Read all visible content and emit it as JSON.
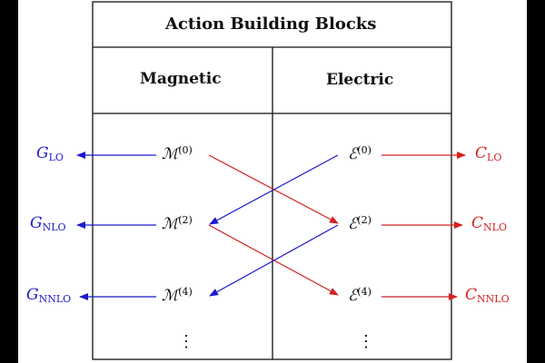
{
  "table": {
    "title": "Action Building Blocks",
    "col_magnetic": "Magnetic",
    "col_electric": "Electric"
  },
  "magnetic": [
    {
      "symbol": "ℳ",
      "order": "(0)"
    },
    {
      "symbol": "ℳ",
      "order": "(2)"
    },
    {
      "symbol": "ℳ",
      "order": "(4)"
    }
  ],
  "electric": [
    {
      "symbol": "ℰ",
      "order": "(0)"
    },
    {
      "symbol": "ℰ",
      "order": "(2)"
    },
    {
      "symbol": "ℰ",
      "order": "(4)"
    }
  ],
  "left_outputs": [
    {
      "base": "G",
      "sub": "LO"
    },
    {
      "base": "G",
      "sub": "NLO"
    },
    {
      "base": "G",
      "sub": "NNLO"
    }
  ],
  "right_outputs": [
    {
      "base": "C",
      "sub": "LO"
    },
    {
      "base": "C",
      "sub": "NLO"
    },
    {
      "base": "C",
      "sub": "NNLO"
    }
  ],
  "ellipsis": "⋮",
  "colors": {
    "blue": "#1a1acc",
    "red": "#d42020",
    "border": "#111111"
  }
}
